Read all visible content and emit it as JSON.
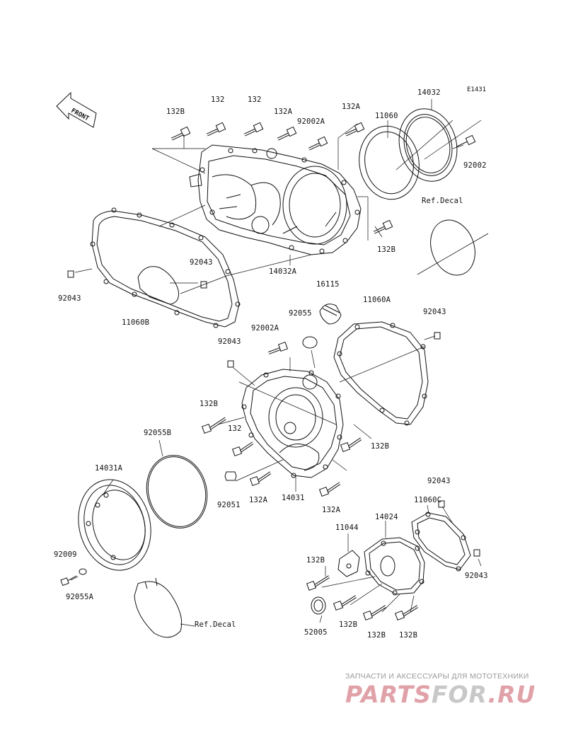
{
  "diagram": {
    "code": "E1431",
    "front_label": "FRONT",
    "parts": [
      {
        "id": "p1",
        "label": "132B"
      },
      {
        "id": "p2",
        "label": "132"
      },
      {
        "id": "p3",
        "label": "132"
      },
      {
        "id": "p4",
        "label": "132A"
      },
      {
        "id": "p5",
        "label": "92002A"
      },
      {
        "id": "p6",
        "label": "132A"
      },
      {
        "id": "p7",
        "label": "11060"
      },
      {
        "id": "p8",
        "label": "14032"
      },
      {
        "id": "p9",
        "label": "92002"
      },
      {
        "id": "p10",
        "label": "Ref.Decal"
      },
      {
        "id": "p11",
        "label": "132B"
      },
      {
        "id": "p12",
        "label": "92043"
      },
      {
        "id": "p13",
        "label": "14032A"
      },
      {
        "id": "p14",
        "label": "92043"
      },
      {
        "id": "p15",
        "label": "11060B"
      },
      {
        "id": "p16",
        "label": "16115"
      },
      {
        "id": "p17",
        "label": "11060A"
      },
      {
        "id": "p18",
        "label": "92043"
      },
      {
        "id": "p19",
        "label": "92055"
      },
      {
        "id": "p20",
        "label": "92002A"
      },
      {
        "id": "p21",
        "label": "92043"
      },
      {
        "id": "p22",
        "label": "132B"
      },
      {
        "id": "p23",
        "label": "92055B"
      },
      {
        "id": "p24",
        "label": "132"
      },
      {
        "id": "p25",
        "label": "132B"
      },
      {
        "id": "p26",
        "label": "14031A"
      },
      {
        "id": "p27",
        "label": "92051"
      },
      {
        "id": "p28",
        "label": "132A"
      },
      {
        "id": "p29",
        "label": "14031"
      },
      {
        "id": "p30",
        "label": "132A"
      },
      {
        "id": "p31",
        "label": "92043"
      },
      {
        "id": "p32",
        "label": "11060C"
      },
      {
        "id": "p33",
        "label": "11044"
      },
      {
        "id": "p34",
        "label": "14024"
      },
      {
        "id": "p35",
        "label": "92009"
      },
      {
        "id": "p36",
        "label": "92055A"
      },
      {
        "id": "p37",
        "label": "132B"
      },
      {
        "id": "p38",
        "label": "92043"
      },
      {
        "id": "p39",
        "label": "Ref.Decal"
      },
      {
        "id": "p40",
        "label": "52005"
      },
      {
        "id": "p41",
        "label": "132B"
      },
      {
        "id": "p42",
        "label": "132B"
      },
      {
        "id": "p43",
        "label": "132B"
      }
    ]
  },
  "watermark": {
    "tagline": "ЗАПЧАСТИ И АКСЕССУАРЫ ДЛЯ МОТОТЕХНИКИ",
    "brand_left": "PARTS",
    "brand_mid": "FOR",
    "brand_right": ".RU"
  }
}
